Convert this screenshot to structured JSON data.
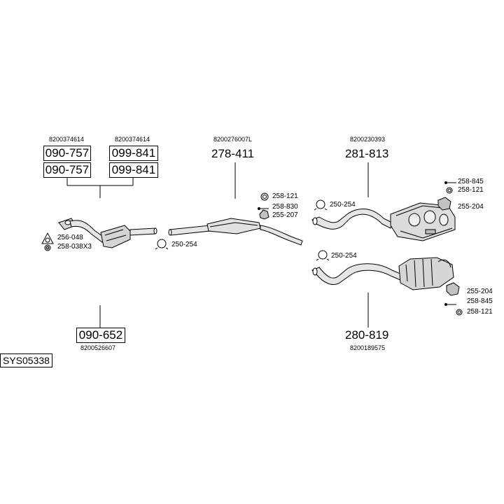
{
  "system_id": "SYS05338",
  "groups": {
    "front_pipe_a": {
      "oe": "8200374614",
      "parts": [
        "090-757",
        "090-757"
      ]
    },
    "front_pipe_b": {
      "oe": "8200374614",
      "parts": [
        "099-841",
        "099-841"
      ]
    },
    "catalyst": {
      "oe": "8200526607",
      "part": "090-652"
    },
    "centre": {
      "oe": "8200276007L",
      "part": "278-411"
    },
    "rear_upper": {
      "oe": "8200230393",
      "part": "281-813"
    },
    "rear_lower": {
      "oe": "8200189575",
      "part": "280-819"
    }
  },
  "callouts": {
    "gasket": "256-048",
    "nut": "258-038X3",
    "clamp_front": "250-254",
    "centre_ring": "258-121",
    "centre_bolt": "258-830",
    "centre_rubber": "255-207",
    "clamp_rear_upper": "250-254",
    "upper_bolt": "258-845",
    "upper_ring": "258-121",
    "upper_rubber": "255-204",
    "clamp_rear_lower": "250-254",
    "lower_rubber": "255-204",
    "lower_bolt": "258-845",
    "lower_ring": "258-121"
  },
  "colors": {
    "line": "#000000",
    "part_fill": "#e6e6e6",
    "shade": "#b9b9b9"
  }
}
